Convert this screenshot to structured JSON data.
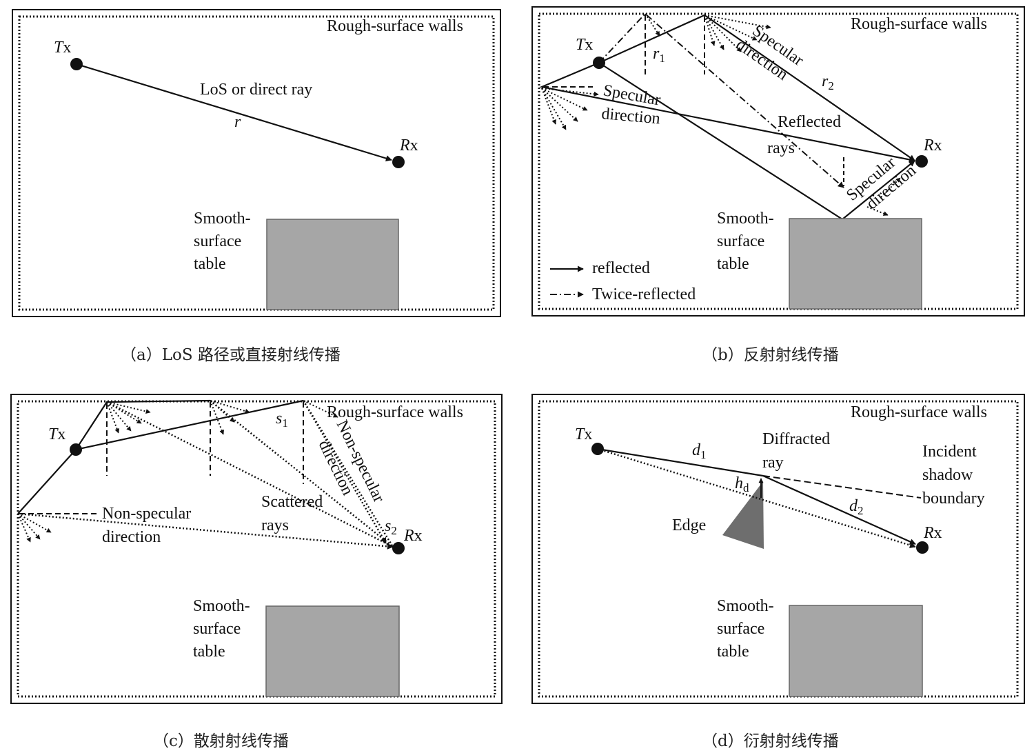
{
  "panels": {
    "a": {
      "walls_label": "Rough-surface walls",
      "tx_label_italic": "T",
      "tx_label_rest": "x",
      "rx_label_italic": "R",
      "rx_label_rest": "x",
      "ray_label": "LoS or direct ray",
      "distance_label": "r",
      "table_label": [
        "Smooth-",
        "surface",
        "table"
      ],
      "caption": "（a）LoS 路径或直接射线传播"
    },
    "b": {
      "walls_label": "Rough-surface walls",
      "tx_label_italic": "T",
      "tx_label_rest": "x",
      "rx_label_italic": "R",
      "rx_label_rest": "x",
      "r1_main": "r",
      "r1_sub": "1",
      "r2_main": "r",
      "r2_sub": "2",
      "specular_direction": [
        "Specular",
        "direction"
      ],
      "reflected_rays": [
        "Reflected",
        "rays"
      ],
      "table_label": [
        "Smooth-",
        "surface",
        "table"
      ],
      "legend": {
        "reflected": "reflected",
        "twice_reflected": "Twice-reflected"
      },
      "caption": "（b）反射射线传播"
    },
    "c": {
      "walls_label": "Rough-surface walls",
      "tx_label_italic": "T",
      "tx_label_rest": "x",
      "rx_label_italic": "R",
      "rx_label_rest": "x",
      "s1_main": "s",
      "s1_sub": "1",
      "s2_main": "s",
      "s2_sub": "2",
      "non_specular_direction": [
        "Non-specular",
        "direction"
      ],
      "scattered_rays": [
        "Scattered",
        "rays"
      ],
      "table_label": [
        "Smooth-",
        "surface",
        "table"
      ],
      "caption": "（c）散射射线传播"
    },
    "d": {
      "walls_label": "Rough-surface walls",
      "tx_label_italic": "T",
      "tx_label_rest": "x",
      "rx_label_italic": "R",
      "rx_label_rest": "x",
      "d1_main": "d",
      "d1_sub": "1",
      "d2_main": "d",
      "d2_sub": "2",
      "hd_main": "h",
      "hd_sub": "d",
      "diffracted_ray": [
        "Diffracted",
        "ray"
      ],
      "incident_shadow_boundary": [
        "Incident",
        "shadow",
        "boundary"
      ],
      "edge_label": "Edge",
      "table_label": [
        "Smooth-",
        "surface",
        "table"
      ],
      "caption": "（d）衍射射线传播"
    }
  },
  "colors": {
    "line": "#111111",
    "table_fill": "#a6a6a6",
    "edge_fill": "#6e6e6e"
  }
}
